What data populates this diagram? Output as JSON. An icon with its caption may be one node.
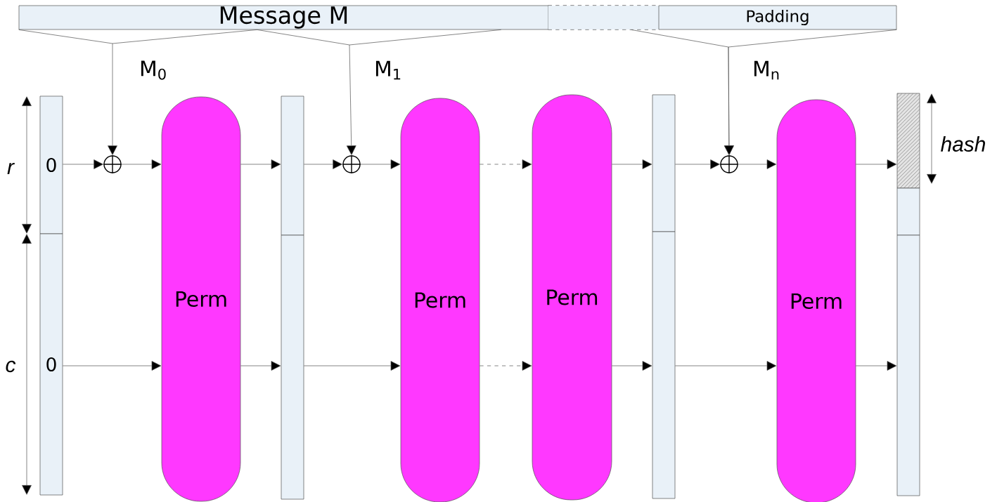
{
  "diagram": {
    "nodes": [
      {
        "text": [
          "Message M"
        ]
      },
      {
        "text": [],
        "shape": "box"
      },
      {
        "text": [
          "Padding"
        ]
      },
      {
        "text": [
          "0"
        ]
      },
      {
        "text": [
          "0"
        ]
      },
      {
        "text": [],
        "shape": "circle"
      },
      {
        "text": [
          "Perm"
        ]
      },
      {
        "text": [],
        "shape": "box"
      },
      {
        "text": [],
        "shape": "box"
      },
      {
        "text": [],
        "shape": "circle"
      },
      {
        "text": [
          "Perm"
        ]
      },
      {
        "text": [
          "Perm"
        ]
      },
      {
        "text": [],
        "shape": "box"
      },
      {
        "text": [],
        "shape": "box"
      },
      {
        "text": [],
        "shape": "circle"
      },
      {
        "text": [
          "Perm"
        ]
      },
      {
        "text": [],
        "shape": "box"
      },
      {
        "text": [],
        "shape": "box"
      },
      {
        "text": [],
        "shape": "box"
      }
    ],
    "edges": [
      {
        "from": 0,
        "to": 5,
        "arrow": "to",
        "label": "M$_{0}$"
      },
      {
        "from": 0,
        "to": 9,
        "arrow": "to",
        "label": "M$_{1}$"
      },
      {
        "from": 2,
        "to": 14,
        "arrow": "to",
        "label": "M$_{n}$"
      },
      {
        "from": 3,
        "to": 5,
        "arrow": "to"
      },
      {
        "from": 5,
        "to": 6,
        "arrow": "to"
      },
      {
        "from": 4,
        "to": 6,
        "arrow": "to"
      },
      {
        "from": 6,
        "to": 7,
        "arrow": "to"
      },
      {
        "from": 6,
        "to": 8,
        "arrow": "to"
      },
      {
        "from": 7,
        "to": 9,
        "arrow": "to"
      },
      {
        "from": 9,
        "to": 10,
        "arrow": "to"
      },
      {
        "from": 8,
        "to": 10,
        "arrow": "to"
      },
      {
        "from": 10,
        "to": 11,
        "arrow": "to",
        "style": "dashed"
      },
      {
        "from": 10,
        "to": 11,
        "arrow": "to",
        "style": "dashed"
      },
      {
        "from": 11,
        "to": 12,
        "arrow": "to"
      },
      {
        "from": 11,
        "to": 13,
        "arrow": "to"
      },
      {
        "from": 12,
        "to": 14,
        "arrow": "to"
      },
      {
        "from": 14,
        "to": 15,
        "arrow": "to"
      },
      {
        "from": 13,
        "to": 15,
        "arrow": "to"
      },
      {
        "from": 15,
        "to": 16,
        "arrow": "to"
      },
      {
        "from": 15,
        "to": 18,
        "arrow": "to"
      },
      {
        "from": 1,
        "to": 14,
        "arrow": "to"
      }
    ],
    "labels": [
      "r",
      "c",
      "hash"
    ]
  }
}
